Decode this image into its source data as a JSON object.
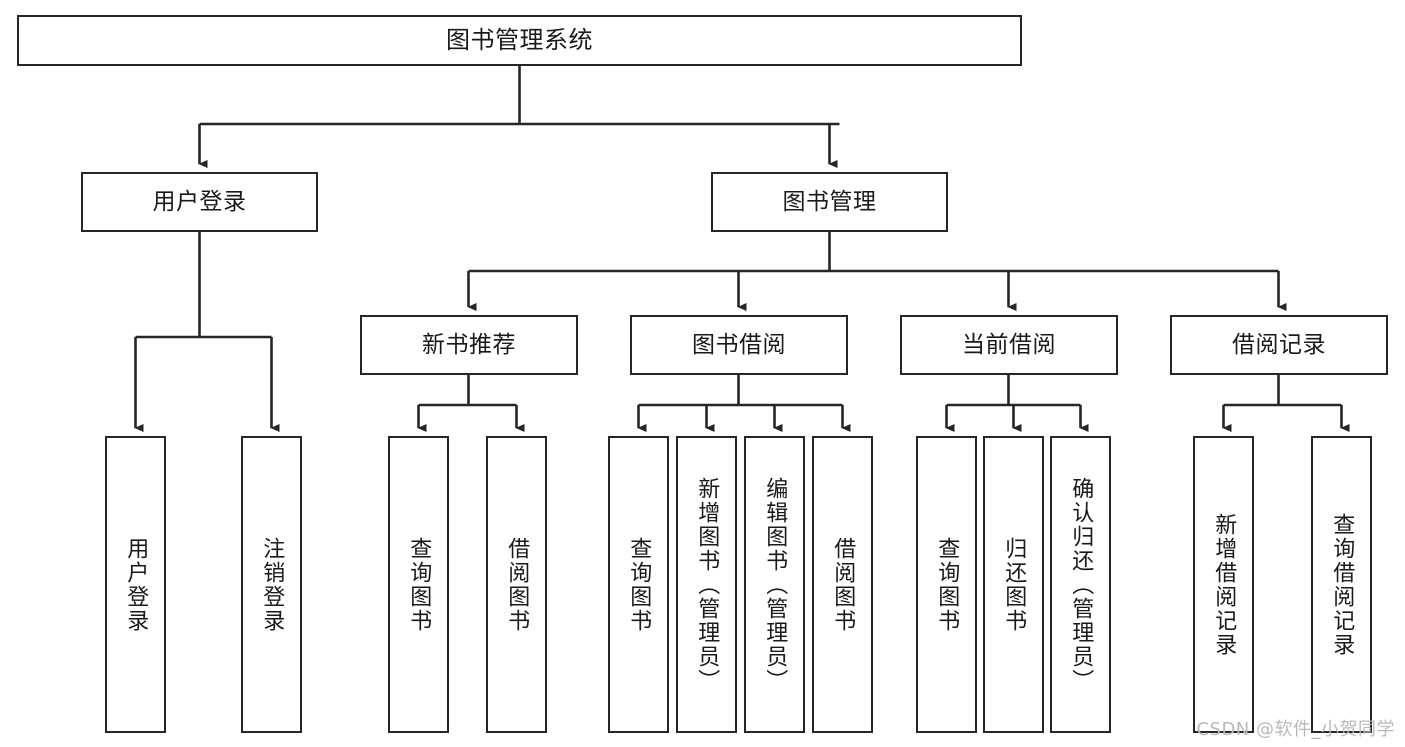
{
  "diagram": {
    "title": "图书管理系统",
    "type": "tree-hierarchy-chart",
    "watermark": "CSDN @软件_小贺同学",
    "colors": {
      "stroke": "#262626",
      "fill": "#ffffff",
      "text": "#1a1a1a",
      "watermark": "#b9b9b9"
    },
    "nodes": {
      "root": {
        "label": "图书管理系统"
      },
      "level2": [
        {
          "label": "用户登录"
        },
        {
          "label": "图书管理"
        }
      ],
      "level3": [
        {
          "label": "新书推荐"
        },
        {
          "label": "图书借阅"
        },
        {
          "label": "当前借阅"
        },
        {
          "label": "借阅记录"
        }
      ],
      "leaves": {
        "user_login": [
          {
            "label": "用户登录"
          },
          {
            "label": "注销登录"
          }
        ],
        "new_book_recommend": [
          {
            "label": "查询图书"
          },
          {
            "label": "借阅图书"
          }
        ],
        "book_borrow": [
          {
            "label": "查询图书"
          },
          {
            "label": "新增图书（管理员）"
          },
          {
            "label": "编辑图书（管理员）"
          },
          {
            "label": "借阅图书"
          }
        ],
        "current_borrow": [
          {
            "label": "查询图书"
          },
          {
            "label": "归还图书"
          },
          {
            "label": "确认归还（管理员）"
          }
        ],
        "borrow_record": [
          {
            "label": "新增借阅记录"
          },
          {
            "label": "查询借阅记录"
          }
        ]
      }
    }
  }
}
